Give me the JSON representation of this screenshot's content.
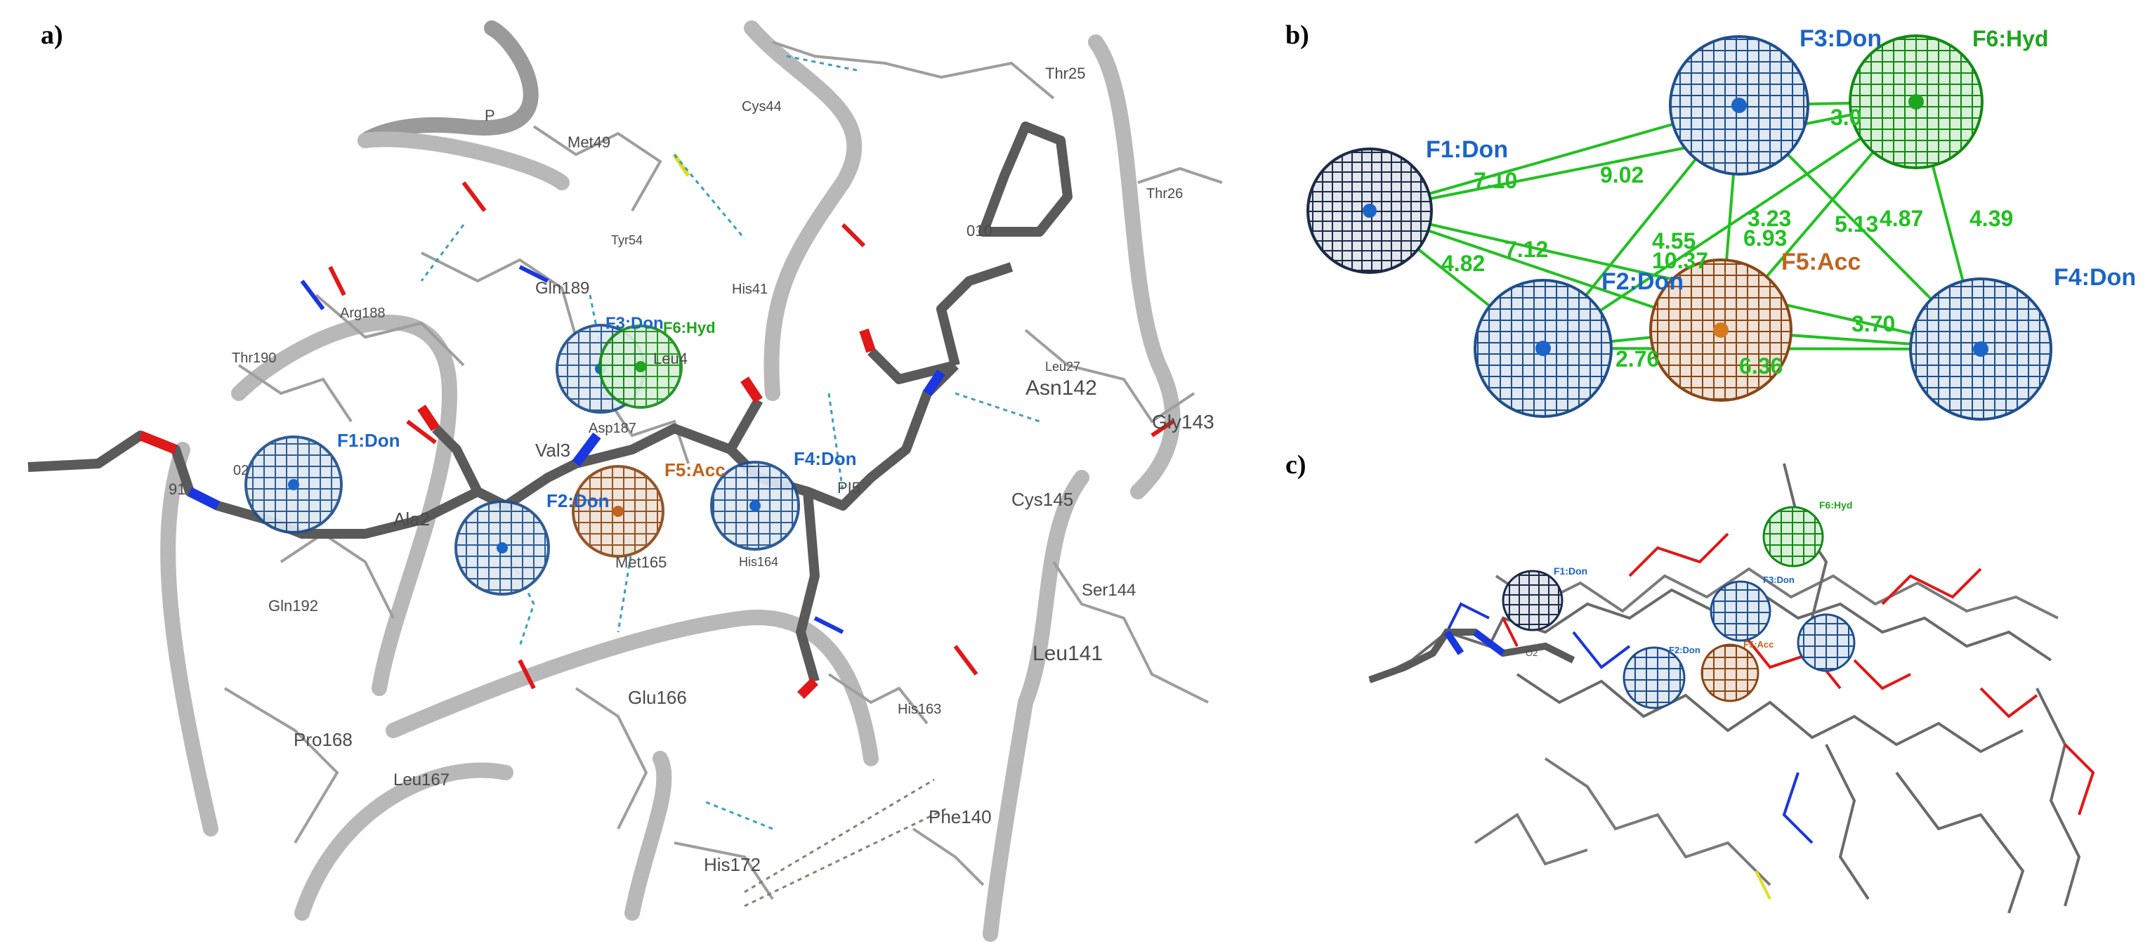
{
  "panels": {
    "a": "a)",
    "b": "b)",
    "c": "c)"
  },
  "colors": {
    "donor": "#1f5a9e",
    "donor_label": "#1b64c8",
    "hydrophobic": "#1ea51e",
    "acceptor": "#a6541c",
    "acceptor_label": "#c0641e",
    "distance": "#22c022",
    "ribbon": "#bdbdbd",
    "oxygen": "#e01818",
    "nitrogen": "#1a36e0",
    "sulfur": "#e0e020"
  },
  "panel_a": {
    "features": {
      "f1": "F1:Don",
      "f2": "F2:Don",
      "f3": "F3:Don",
      "f4": "F4:Don",
      "f5": "F5:Acc",
      "f6": "F6:Hyd"
    },
    "residues": {
      "met49": "Met49",
      "cys44": "Cys44",
      "thr25": "Thr25",
      "thr26": "Thr26",
      "tyr54": "Tyr54",
      "arg188": "Arg188",
      "gln189": "Gln189",
      "thr190": "Thr190",
      "his41": "His41",
      "leu4": "Leu4",
      "leu27": "Leu27",
      "asn142": "Asn142",
      "gly143": "Gly143",
      "val3": "Val3",
      "ala2": "Ala2",
      "asp187": "Asp187",
      "met165": "Met165",
      "his164": "His164",
      "cys145": "Cys145",
      "ser144": "Ser144",
      "leu141": "Leu141",
      "gln192": "Gln192",
      "glu166": "Glu166",
      "his163": "His163",
      "pro168": "Pro168",
      "leu167": "Leu167",
      "phe140": "Phe140",
      "his172": "His172",
      "p1": "P",
      "o10": "010",
      "n91": "91",
      "o2": "02",
      "pi5": "PI5"
    }
  },
  "panel_b": {
    "features": {
      "f1": "F1:Don",
      "f2": "F2:Don",
      "f3": "F3:Don",
      "f4": "F4:Don",
      "f5": "F5:Acc",
      "f6": "F6:Hyd"
    },
    "distances": {
      "f1_f3": "7.10",
      "f1_f6": "9.02",
      "f1_f2": "4.82",
      "f1_f5": "7.12",
      "f3_f6": "3.0",
      "f3_f5": "4.55",
      "f3_f4": "5.13",
      "f6_f2": "3.23",
      "f6_f5": "6.93",
      "f6_f4": "4.39",
      "f3_f2": "10.37",
      "f6_x": "4.87",
      "f5_f4": "3.70",
      "f2_f5": "2.76",
      "f2_f4": "6.36"
    }
  },
  "panel_c": {
    "features": {
      "f1": "F1:Don",
      "f2": "F2:Don",
      "f3": "F3:Don",
      "f5": "F5:Acc",
      "f6": "F6:Hyd"
    },
    "atom_label": "O2"
  }
}
